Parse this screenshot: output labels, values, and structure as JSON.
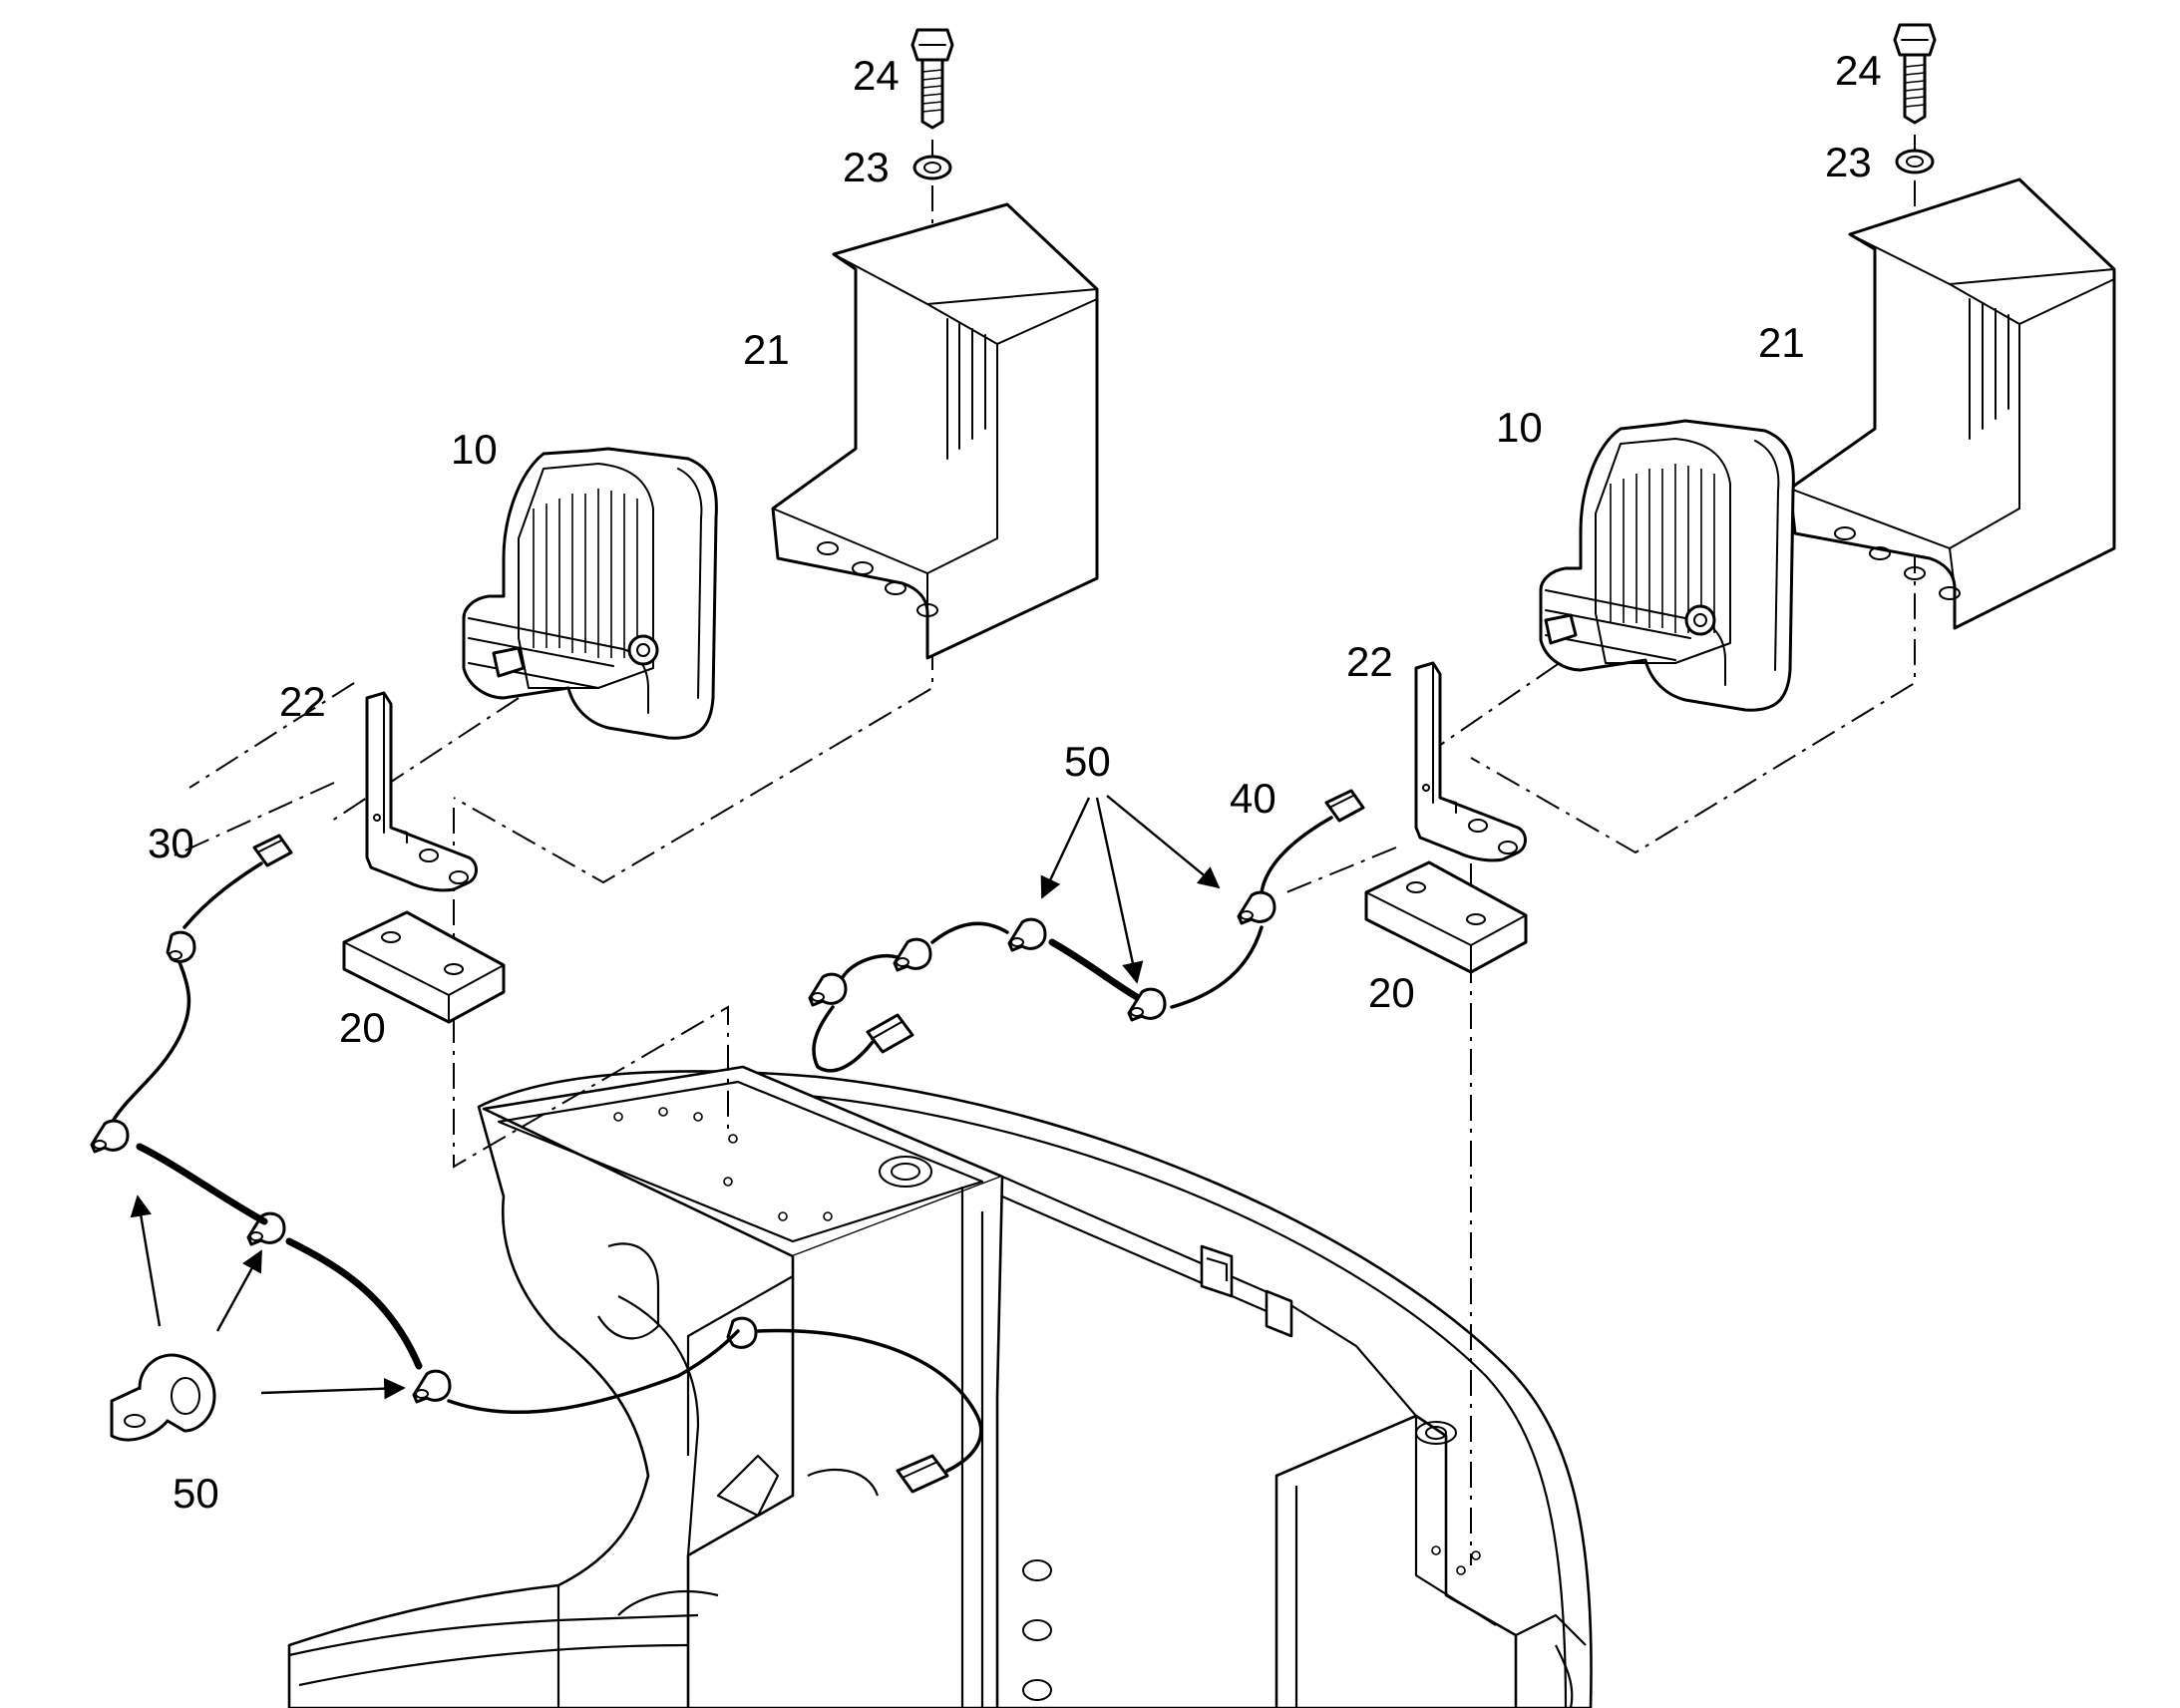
{
  "diagram": {
    "line_color": "#000000",
    "background_color": "#ffffff",
    "callouts": [
      {
        "id": "lbl-24-left",
        "text": "24"
      },
      {
        "id": "lbl-23-left",
        "text": "23"
      },
      {
        "id": "lbl-21-left",
        "text": "21"
      },
      {
        "id": "lbl-10-left",
        "text": "10"
      },
      {
        "id": "lbl-22-left",
        "text": "22"
      },
      {
        "id": "lbl-30",
        "text": "30"
      },
      {
        "id": "lbl-20-left",
        "text": "20"
      },
      {
        "id": "lbl-50-bottom",
        "text": "50"
      },
      {
        "id": "lbl-24-right",
        "text": "24"
      },
      {
        "id": "lbl-23-right",
        "text": "23"
      },
      {
        "id": "lbl-21-right",
        "text": "21"
      },
      {
        "id": "lbl-10-right",
        "text": "10"
      },
      {
        "id": "lbl-22-right",
        "text": "22"
      },
      {
        "id": "lbl-40",
        "text": "40"
      },
      {
        "id": "lbl-50-middle",
        "text": "50"
      },
      {
        "id": "lbl-20-right",
        "text": "20"
      }
    ]
  }
}
